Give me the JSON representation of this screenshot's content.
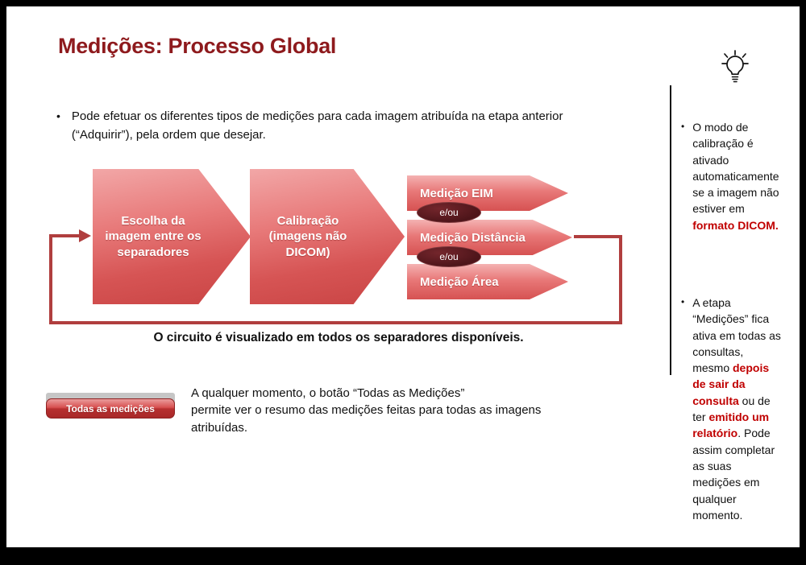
{
  "slide": {
    "title": "Medições: Processo Global",
    "bullet_glyph": "•"
  },
  "intro": {
    "text": "Pode efetuar os diferentes tipos de medições para cada imagem atribuída na etapa anterior\n(“Adquirir”), pela ordem que desejar."
  },
  "diagram": {
    "step1": "Escolha da imagem entre os separadores",
    "step2": "Calibração (imagens não DICOM)",
    "measurements": [
      "Medição EIM",
      "Medição Distância",
      "Medição Área"
    ],
    "connector_label": "e/ou",
    "caption": "O circuito é visualizado em todos os separadores disponíveis."
  },
  "actions": {
    "button_label": "Todas as medições",
    "description": "A qualquer momento, o botão “Todas as Medições”\npermite ver o resumo das medições feitas para todas as imagens\natribuídas."
  },
  "sidebar": {
    "note1": {
      "p1": "O modo de calibração é ativado automaticamente se a imagem não estiver em ",
      "p2": "formato DICOM."
    },
    "note2": {
      "p1": "A etapa “Medições” fica ativa em todas as consultas, mesmo ",
      "p2": "depois de sair da consulta",
      "p3": " ou de ter ",
      "p4": "emitido um relatório",
      "p5": ". Pode assim completar as suas medições em qualquer momento."
    }
  },
  "colors": {
    "title": "#8E1A1D",
    "accent_red": "#C00000",
    "shape_light": "#F2A7A7",
    "shape_dark": "#C94444",
    "connector_line": "#B03E3E",
    "oval_fill": "#4E151A"
  }
}
